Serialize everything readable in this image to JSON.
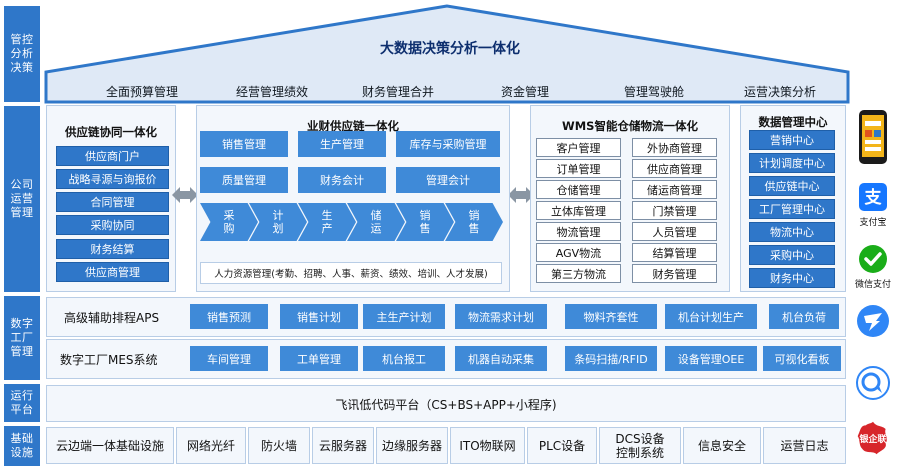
{
  "categories": {
    "management": "管控分析决策",
    "operations": "公司运营管理",
    "factory": "数字工厂管理",
    "platform": "运行平台",
    "infrastructure": "基础设施"
  },
  "roof": {
    "title": "大数据决策分析一体化",
    "items": [
      "全面预算管理",
      "经营管理绩效",
      "财务管理合并",
      "资金管理",
      "管理驾驶舱",
      "运营决策分析"
    ]
  },
  "supply_chain": {
    "title": "供应链协同一体化",
    "items": [
      "供应商门户",
      "战略寻源与询报价",
      "合同管理",
      "采购协同",
      "财务结算",
      "供应商管理"
    ]
  },
  "business_finance": {
    "title": "业财供应链一体化",
    "modules": [
      "销售管理",
      "生产管理",
      "库存与采购管理",
      "质量管理",
      "财务会计",
      "管理会计"
    ],
    "flow": [
      "采购",
      "计划",
      "生产",
      "储运",
      "销售",
      "销售"
    ],
    "hr": "人力资源管理(考勤、招聘、人事、薪资、绩效、培训、人才发展)"
  },
  "wms": {
    "title": "WMS智能仓储物流一体化",
    "left": [
      "客户管理",
      "订单管理",
      "仓储管理",
      "立体库管理",
      "物流管理",
      "AGV物流",
      "第三方物流"
    ],
    "right": [
      "外协商管理",
      "供应商管理",
      "储运商管理",
      "门禁管理",
      "人员管理",
      "结算管理",
      "财务管理"
    ]
  },
  "data_center": {
    "title": "数据管理中心",
    "items": [
      "营销中心",
      "计划调度中心",
      "供应链中心",
      "工厂管理中心",
      "物流中心",
      "采购中心",
      "财务中心"
    ]
  },
  "aps": {
    "label": "高级辅助排程APS",
    "items": [
      "销售预测",
      "销售计划",
      "主生产计划",
      "物流需求计划",
      "物料齐套性",
      "机台计划生产",
      "机台负荷"
    ]
  },
  "mes": {
    "label": "数字工厂MES系统",
    "items": [
      "车间管理",
      "工单管理",
      "机台报工",
      "机器自动采集",
      "条码扫描/RFID",
      "设备管理OEE",
      "可视化看板"
    ]
  },
  "platform": {
    "label": "飞讯低代码平台（CS+BS+APP+小程序)"
  },
  "infrastructure": {
    "items": [
      "云边端一体基础设施",
      "网络光纤",
      "防火墙",
      "云服务器",
      "边缘服务器",
      "ITO物联网",
      "PLC设备",
      "DCS设备\n控制系统",
      "信息安全",
      "运营日志"
    ]
  },
  "side_icons": [
    {
      "icon": "mobile-app-icon",
      "label": ""
    },
    {
      "icon": "alipay-icon",
      "label": "支付宝"
    },
    {
      "icon": "wechat-pay-icon",
      "label": "微信支付"
    },
    {
      "icon": "dingtalk-icon",
      "label": ""
    },
    {
      "icon": "chat-bubble-icon",
      "label": ""
    },
    {
      "icon": "unionpay-icon",
      "label": "银企联"
    }
  ],
  "colors": {
    "primary": "#2f77c9",
    "panel_bg": "#f3f7fc",
    "roof_bg": "#dfe9f6",
    "title_navy": "#0d2e6e"
  }
}
